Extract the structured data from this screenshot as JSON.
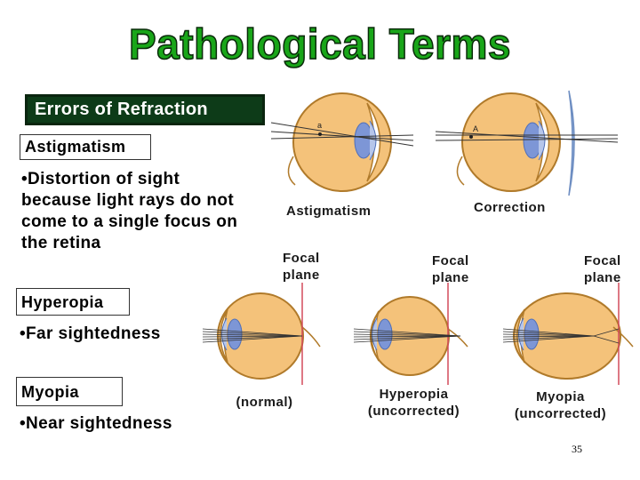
{
  "slide": {
    "title": "Pathological Terms",
    "banner": "Errors of Refraction",
    "astigmatism_label": "Astigmatism",
    "astigmatism_desc": "•Distortion of sight because light rays do not come to a single focus on the retina",
    "hyperopia_label": "Hyperopia",
    "hyperopia_desc": "•Far sightedness",
    "myopia_label": "Myopia",
    "myopia_desc": "•Near sightedness",
    "page_number": "35"
  },
  "figures": {
    "astig_caption": "Astigmatism",
    "correction_caption": "Correction",
    "focal_plane_1": "Focal plane",
    "focal_plane_2": "Focal plane",
    "focal_plane_3": "Focal plane",
    "normal_caption": "(normal)",
    "hyperopia_caption": "Hyperopia (uncorrected)",
    "myopia_caption": "Myopia (uncorrected)",
    "point_label_a": "a",
    "point_label_A": "A"
  },
  "colors": {
    "title_green": "#19a619",
    "banner_bg": "#0d3b18",
    "eye_fill": "#f4c27a",
    "eye_outline": "#b07a2a",
    "lens_blue": "#7d96d6",
    "cornea_blue": "#b6c6ea",
    "focal_line": "#d24a5a",
    "corrective_lens": "#9fb8de"
  }
}
